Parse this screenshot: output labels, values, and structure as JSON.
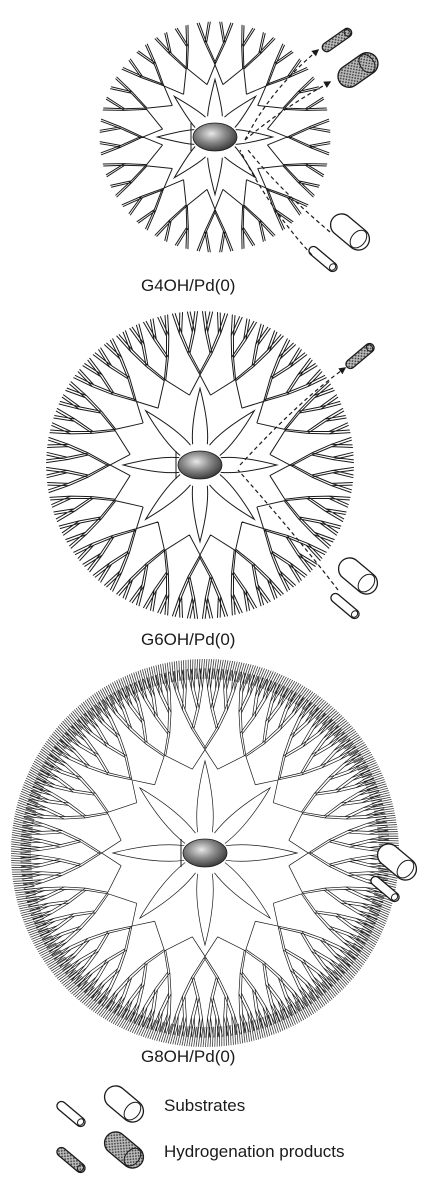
{
  "dendrimers": [
    {
      "caption": "G4OH/Pd(0)",
      "generation": 4
    },
    {
      "caption": "G6OH/Pd(0)",
      "generation": 6
    },
    {
      "caption": "G8OH/Pd(0)",
      "generation": 8
    }
  ],
  "legend": {
    "substrates_label": "Substrates",
    "products_label": "Hydrogenation products"
  },
  "colors": {
    "line": "#1a1a1a",
    "product_fill": "#9a9a9a",
    "substrate_fill": "#ffffff"
  }
}
